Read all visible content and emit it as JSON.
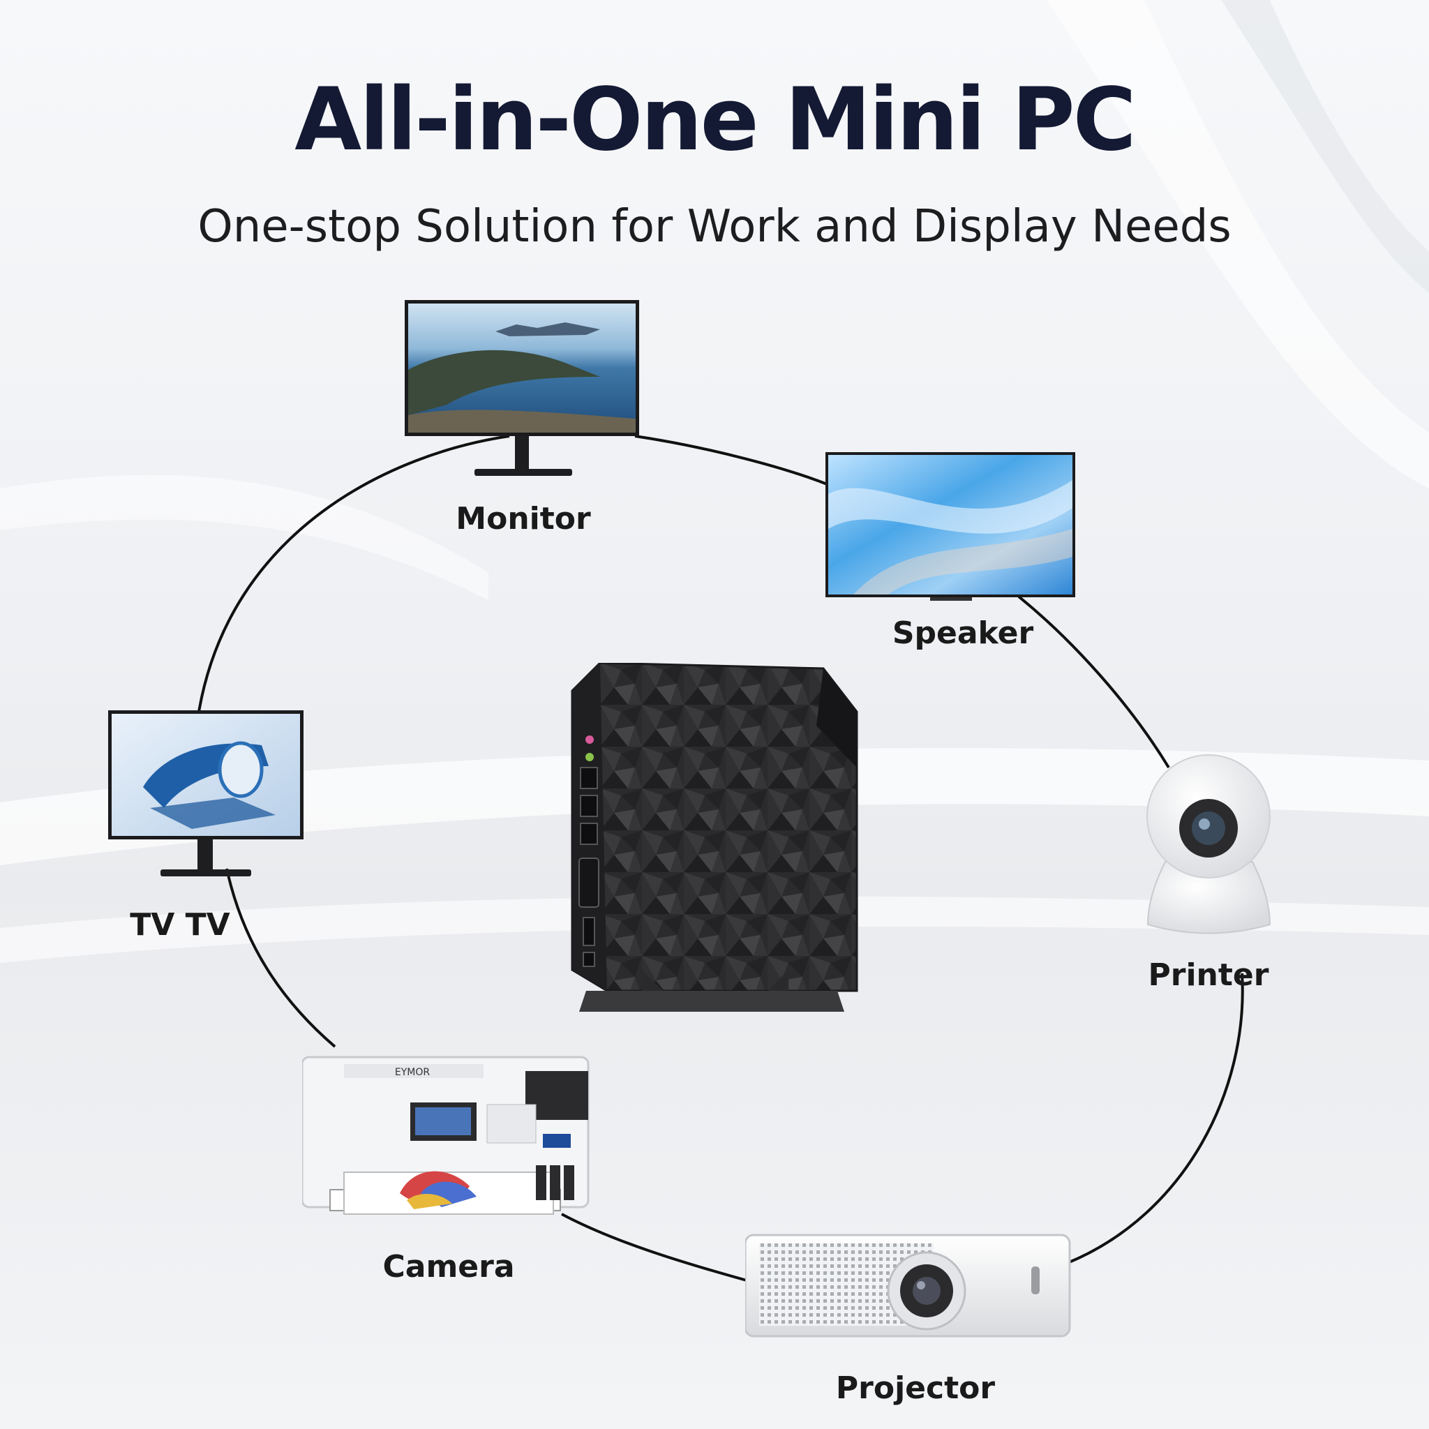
{
  "header": {
    "title": "All-in-One Mini PC",
    "subtitle": "One-stop Solution for Work and Display Needs"
  },
  "devices": {
    "monitor": "Monitor",
    "speaker": "Speaker",
    "tv": "TV TV",
    "printer": "Printer",
    "camera": "Camera",
    "projector": "Projector"
  },
  "printer_brand": "EYMOR",
  "colors": {
    "title": "#141a33",
    "device_body": "#2b2b2d",
    "cable": "#111111"
  }
}
